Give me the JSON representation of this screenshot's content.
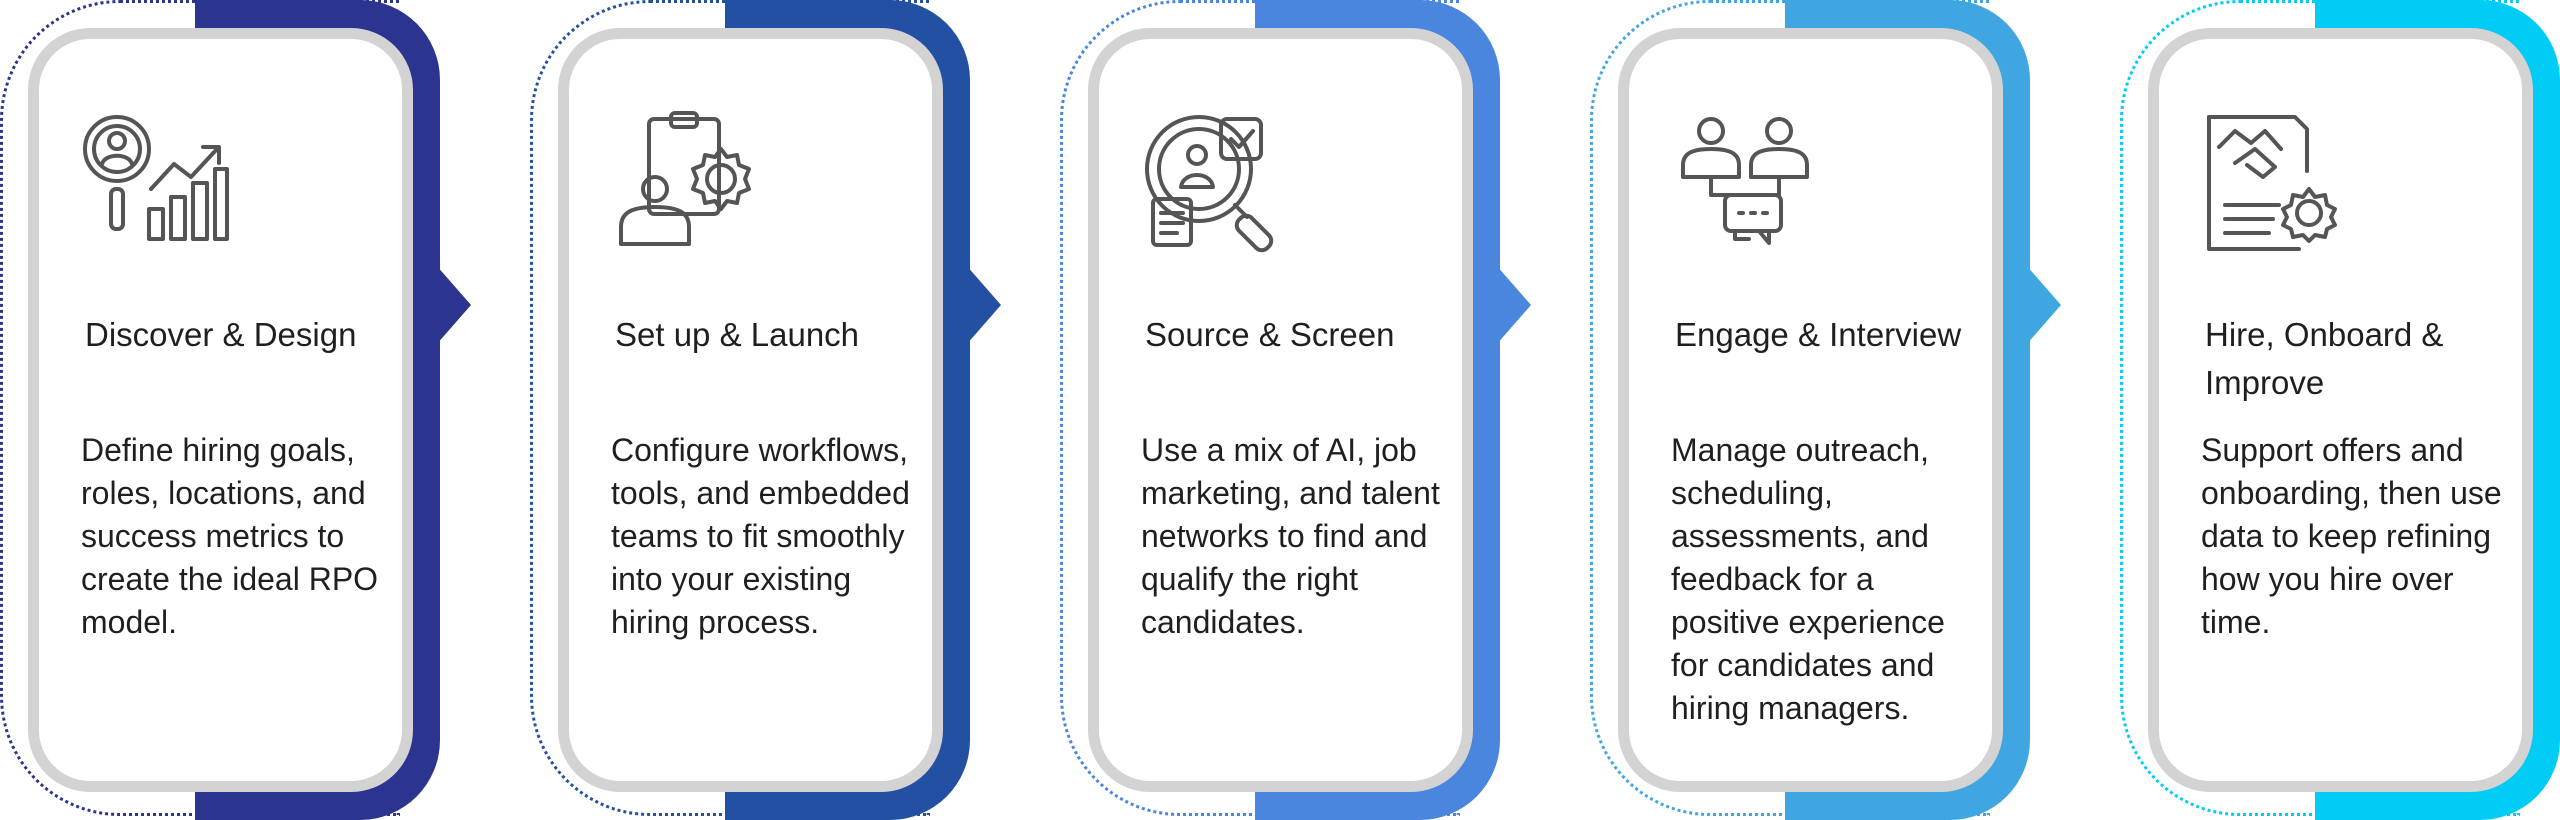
{
  "steps": [
    {
      "title": "Discover & Design",
      "description": "Define hiring goals, roles, locations, and success metrics to create the ideal RPO model.",
      "icon": "discover-analytics-icon",
      "color": "#2b3590"
    },
    {
      "title": "Set up & Launch",
      "description": "Configure workflows, tools, and embedded teams to fit smoothly into your existing hiring process.",
      "icon": "setup-gear-icon",
      "color": "#2450a4"
    },
    {
      "title": "Source & Screen",
      "description": "Use a mix of AI, job marketing, and talent networks to find and qualify the right candidates.",
      "icon": "source-magnifier-icon",
      "color": "#4a86de"
    },
    {
      "title": "Engage & Interview",
      "description": "Manage outreach, scheduling, assessments, and feedback for a positive experience for candidates and hiring managers.",
      "icon": "engage-chat-icon",
      "color": "#40a6e2"
    },
    {
      "title": "Hire, Onboard & Improve",
      "description": "Support offers and onboarding, then use data to keep refining how you hire over time.",
      "icon": "hire-handshake-icon",
      "color": "#00ccf5"
    }
  ]
}
